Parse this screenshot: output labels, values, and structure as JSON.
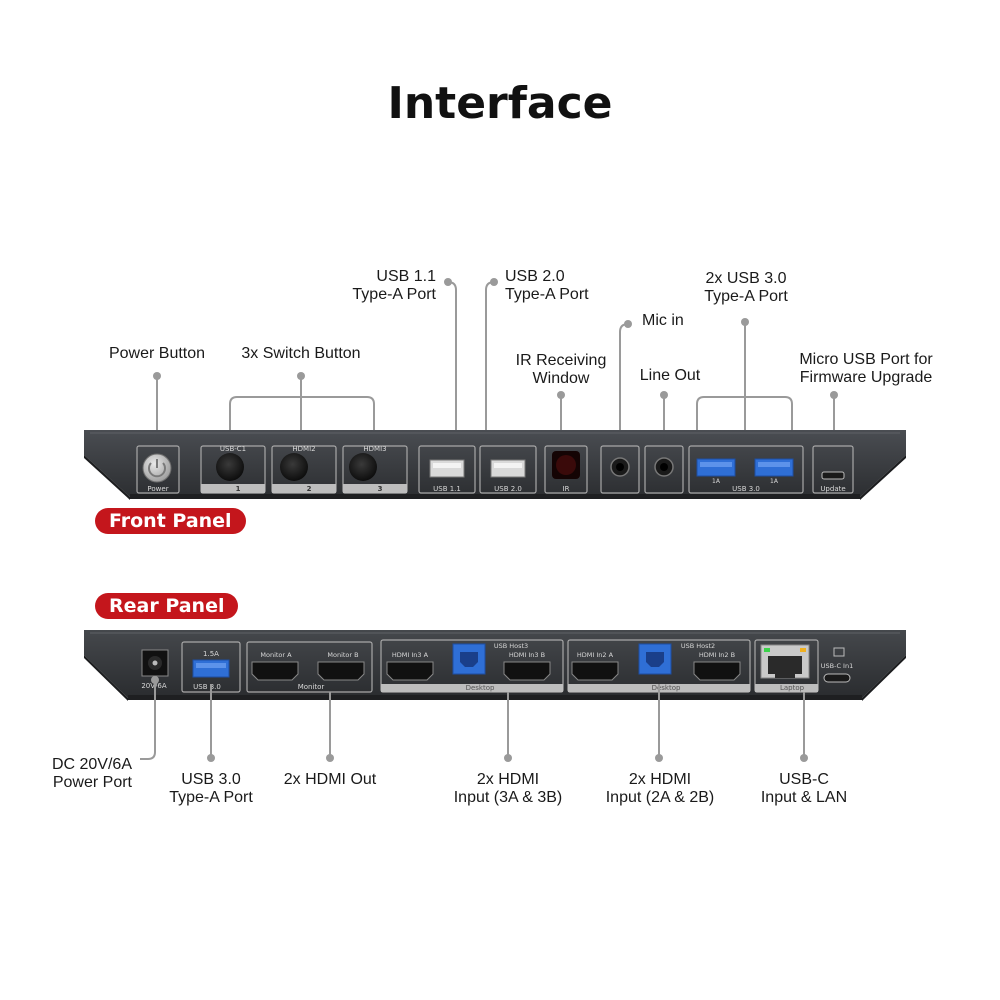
{
  "title": "Interface",
  "front": {
    "badge": "Front Panel",
    "callouts": {
      "power_button": "Power Button",
      "switch_buttons": "3x Switch Button",
      "usb11": [
        "USB 1.1",
        "Type-A Port"
      ],
      "usb20": [
        "USB 2.0",
        "Type-A Port"
      ],
      "ir": [
        "IR Receiving",
        "Window"
      ],
      "mic": "Mic in",
      "line_out": "Line Out",
      "usb30": [
        "2x USB 3.0",
        "Type-A Port"
      ],
      "micro_usb": [
        "Micro USB Port for",
        "Firmware Upgrade"
      ]
    },
    "silk": {
      "power": "Power",
      "usbc1": "USB-C1",
      "hdmi2": "HDMI2",
      "hdmi3": "HDMI3",
      "n1": "1",
      "n2": "2",
      "n3": "3",
      "usb11": "USB 1.1",
      "usb20": "USB 2.0",
      "ir": "IR",
      "usb30": "USB 3.0",
      "a1": "1A",
      "a2": "1A",
      "update": "Update"
    }
  },
  "rear": {
    "badge": "Rear Panel",
    "callouts": {
      "dc": [
        "DC 20V/6A",
        "Power Port"
      ],
      "usb30": [
        "USB 3.0",
        "Type-A Port"
      ],
      "hdmi_out": "2x HDMI Out",
      "hdmi_in3": [
        "2x HDMI",
        "Input (3A & 3B)"
      ],
      "hdmi_in2": [
        "2x HDMI",
        "Input (2A & 2B)"
      ],
      "usbc_lan": [
        "USB-C",
        "Input & LAN"
      ]
    },
    "silk": {
      "dc": "20V/6A",
      "a15": "1.5A",
      "usb30": "USB 3.0",
      "mon_a": "Monitor A",
      "mon_b": "Monitor B",
      "monitor": "Monitor",
      "in3a": "HDMI In3 A",
      "host3": "USB Host3",
      "in3b": "HDMI In3 B",
      "desk3": "Desktop",
      "in2a": "HDMI In2 A",
      "host2": "USB Host2",
      "in2b": "HDMI In2 B",
      "desk2": "Desktop",
      "laptop": "Laptop",
      "usbc_in1": "USB-C In1"
    }
  }
}
